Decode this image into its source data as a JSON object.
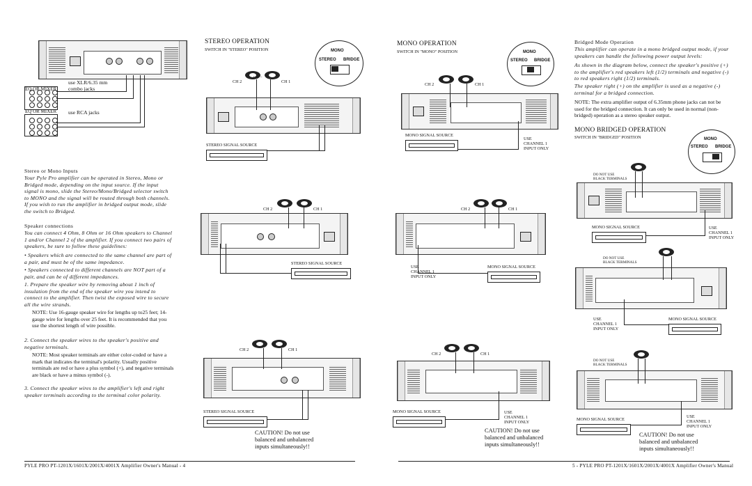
{
  "left_page": {
    "eq_mixer_1": "EQ OR MIXER",
    "eq_mixer_1_note_1": "use  XLR/6.35 mm",
    "eq_mixer_1_note_2": "combo jacks",
    "eq_mixer_2": "EQ OR MIXER",
    "eq_mixer_2_note": "use RCA jacks",
    "stereo_mono_heading": "Stereo or Mono Inputs",
    "stereo_mono_body": "Your Pyle Pro amplifier can be operated in Stereo, Mono or Bridged mode, depending on the input source. If the input signal is mono, slide the Stereo/Mono/Bridged selector switch to MONO and the signal will be routed through both channels. If you wish to run the amplifier in bridged output mode, slide the switch to Bridged.",
    "speaker_heading": "Speaker connections",
    "speaker_body": "You can connect 4 Ohm, 8 Ohm or 16 Ohm speakers to Channel 1 and/or Channel 2 of the amplifier. If you connect two pairs of speakers, be sure to follow these guidelines:",
    "bullet_1": "• Speakers which are connected to the same channel are part of a pair, and must be of the same impedance.",
    "bullet_2": "• Speakers connected to different channels are NOT part of a pair, and can be of different impedances.",
    "step_1": "1. Prepare the speaker wire by removing about 1 inch of insulation from the end of the speaker wire you intend to connect to the amplifier. Then twist the exposed wire to secure all the wire strands.",
    "note_1": "NOTE: Use 16-gauge speaker wire for lengths up to25 feet; 14-gauge wire for lengths over 25 feet. It is recommended that you use the shortest length of wire possible.",
    "step_2": "2. Connect the speaker wires to the speaker's positive and negative terminals.",
    "note_2": "NOTE: Most speaker terminals are either color-coded or have a mark that indicates the terminal's polarity. Usually positive terminals are red or have a plus symbol (+), and negative terminals are black or have a minus symbol (-).",
    "step_3": "3. Connect the speaker wires to the amplifier's left and right speaker terminals according to the terminal color polarity.",
    "stereo_operation_title": "STEREO OPERATION",
    "stereo_switch_caption": "SWITCH IN \"STEREO\" POSITION",
    "ch2": "CH 2",
    "ch1": "CH 1",
    "stereo_signal_source": "STEREO SIGNAL SOURCE",
    "caution_line_1": "CAUTION!  Do not use",
    "caution_line_2": "balanced and unbalanced",
    "caution_line_3": "inputs simultaneously!!",
    "footer": "PYLE PRO PT-1201X/1601X/2001X/4001X Amplifier Owner's Manual - 4"
  },
  "switch_labels": {
    "mono": "MONO",
    "stereo": "STEREO",
    "bridge": "BRIDGE"
  },
  "right_page": {
    "mono_operation_title": "MONO OPERATION",
    "mono_switch_caption": "SWITCH IN \"MONO\" POSITION",
    "mono_signal_source": "MONO SIGNAL SOURCE",
    "use": "USE",
    "channel_1": "CHANNEL 1",
    "input_only": "INPUT ONLY",
    "bridged_heading": "Bridged Mode Operation",
    "bridged_body_1": "This amplifier can operate in a mono bridged output mode, if your speakers can handle the following power output levels:",
    "bridged_body_2": "As shown in the diagram below, connect the speaker's positive (+) to the amplifier's red speakers left (1/2) terminals and negative (-) to red speakers right (1/2) terminals.",
    "bridged_body_3": "The speaker right (+) on the amplifier is used as a negative (-) terminal for a bridged connection.",
    "bridged_note": "NOTE: The extra amplifier output of 6.35mm phone jacks can not be used for the bridged connection. It can only be used in normal (non-bridged) operation as a stereo speaker output.",
    "mono_bridged_title": "MONO BRIDGED OPERATION",
    "bridged_switch_caption": "SWITCH IN \"BRIDGED\" POSITION",
    "do_not_use": "DO NOT USE",
    "black_terminals": "BLACK TERMINALS",
    "footer": "5 - PYLE PRO PT-1201X/1601X/2001X/4001X Amplifier Owner's Manual"
  }
}
